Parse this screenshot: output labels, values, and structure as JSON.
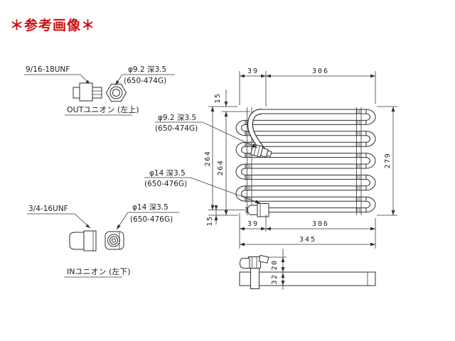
{
  "title": "＊参考画像＊",
  "colors": {
    "accent": "#cc1111",
    "line": "#2e2e2e",
    "background": "#ffffff"
  },
  "out_union": {
    "thread": "9/16-18UNF",
    "port": "φ9.2 深3.5",
    "part_no": "(650-474G)",
    "caption": "OUTユニオン (左上)"
  },
  "in_union": {
    "thread": "3/4-16UNF",
    "port": "φ14 深3.5",
    "part_no": "(650-476G)",
    "caption": "INユニオン (左下)"
  },
  "core_callouts": {
    "out_port": "φ9.2 深3.5",
    "out_part_no": "(650-474G)",
    "in_port": "φ14 深3.5",
    "in_part_no": "(650-476G)"
  },
  "dimensions": {
    "top_offset": "39",
    "top_width": "306",
    "top_inset": "15",
    "height_outer": "264",
    "height_inner": "264",
    "bottom_inset": "15",
    "overall_height": "279",
    "bottom_offset": "39",
    "bottom_width": "306",
    "overall_width": "345",
    "fitting_height": "20",
    "core_thickness": "32"
  }
}
